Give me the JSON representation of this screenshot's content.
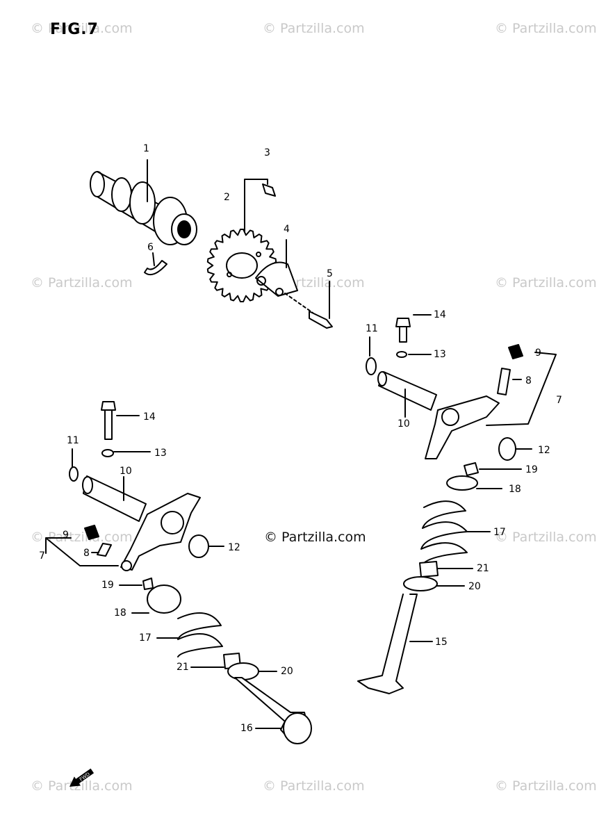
{
  "figure_title": "FIG.7",
  "watermark_text": "© Partzilla.com",
  "center_watermark": "© Partzilla.com",
  "fwd_badge": "FWD",
  "labels": {
    "p1": "1",
    "p2": "2",
    "p3": "3",
    "p4": "4",
    "p5": "5",
    "p6": "6",
    "p7a": "7",
    "p7b": "7",
    "p8a": "8",
    "p8b": "8",
    "p9a": "9",
    "p9b": "9",
    "p10a": "10",
    "p10b": "10",
    "p11a": "11",
    "p11b": "11",
    "p12a": "12",
    "p12b": "12",
    "p13a": "13",
    "p13b": "13",
    "p14a": "14",
    "p14b": "14",
    "p15": "15",
    "p16": "16",
    "p17a": "17",
    "p17b": "17",
    "p18a": "18",
    "p18b": "18",
    "p19a": "19",
    "p19b": "19",
    "p20a": "20",
    "p20b": "20",
    "p21a": "21",
    "p21b": "21"
  },
  "colors": {
    "ink": "#000000",
    "watermark": "#c9c9c9"
  }
}
